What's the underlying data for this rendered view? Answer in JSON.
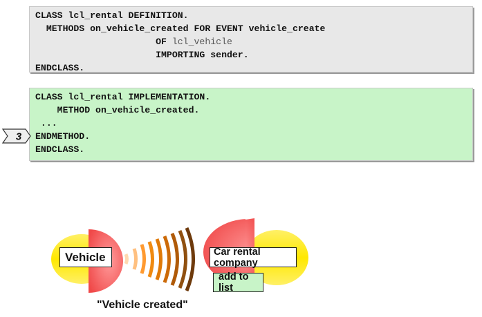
{
  "definition_block": {
    "lines": [
      "CLASS lcl_rental DEFINITION.",
      "  METHODS on_vehicle_created FOR EVENT vehicle_create",
      "                      OF ",
      "                      IMPORTING sender.",
      "ENDCLASS."
    ],
    "of_class": "lcl_vehicle"
  },
  "implementation_block": {
    "lines": [
      "CLASS lcl_rental IMPLEMENTATION.",
      "    METHOD on_vehicle_created.",
      " ...",
      "ENDMETHOD.",
      "ENDCLASS."
    ]
  },
  "callout": {
    "number": "3"
  },
  "diagram": {
    "sender_label": "Vehicle",
    "event_label": "\"Vehicle created\"",
    "receiver_label": "Car rental company",
    "action_label": "add to list"
  },
  "colors": {
    "definition_bg": "#e8e8e8",
    "implementation_bg": "#c8f4c8",
    "yellow": "#ffee00",
    "red": "#f55a5a"
  }
}
